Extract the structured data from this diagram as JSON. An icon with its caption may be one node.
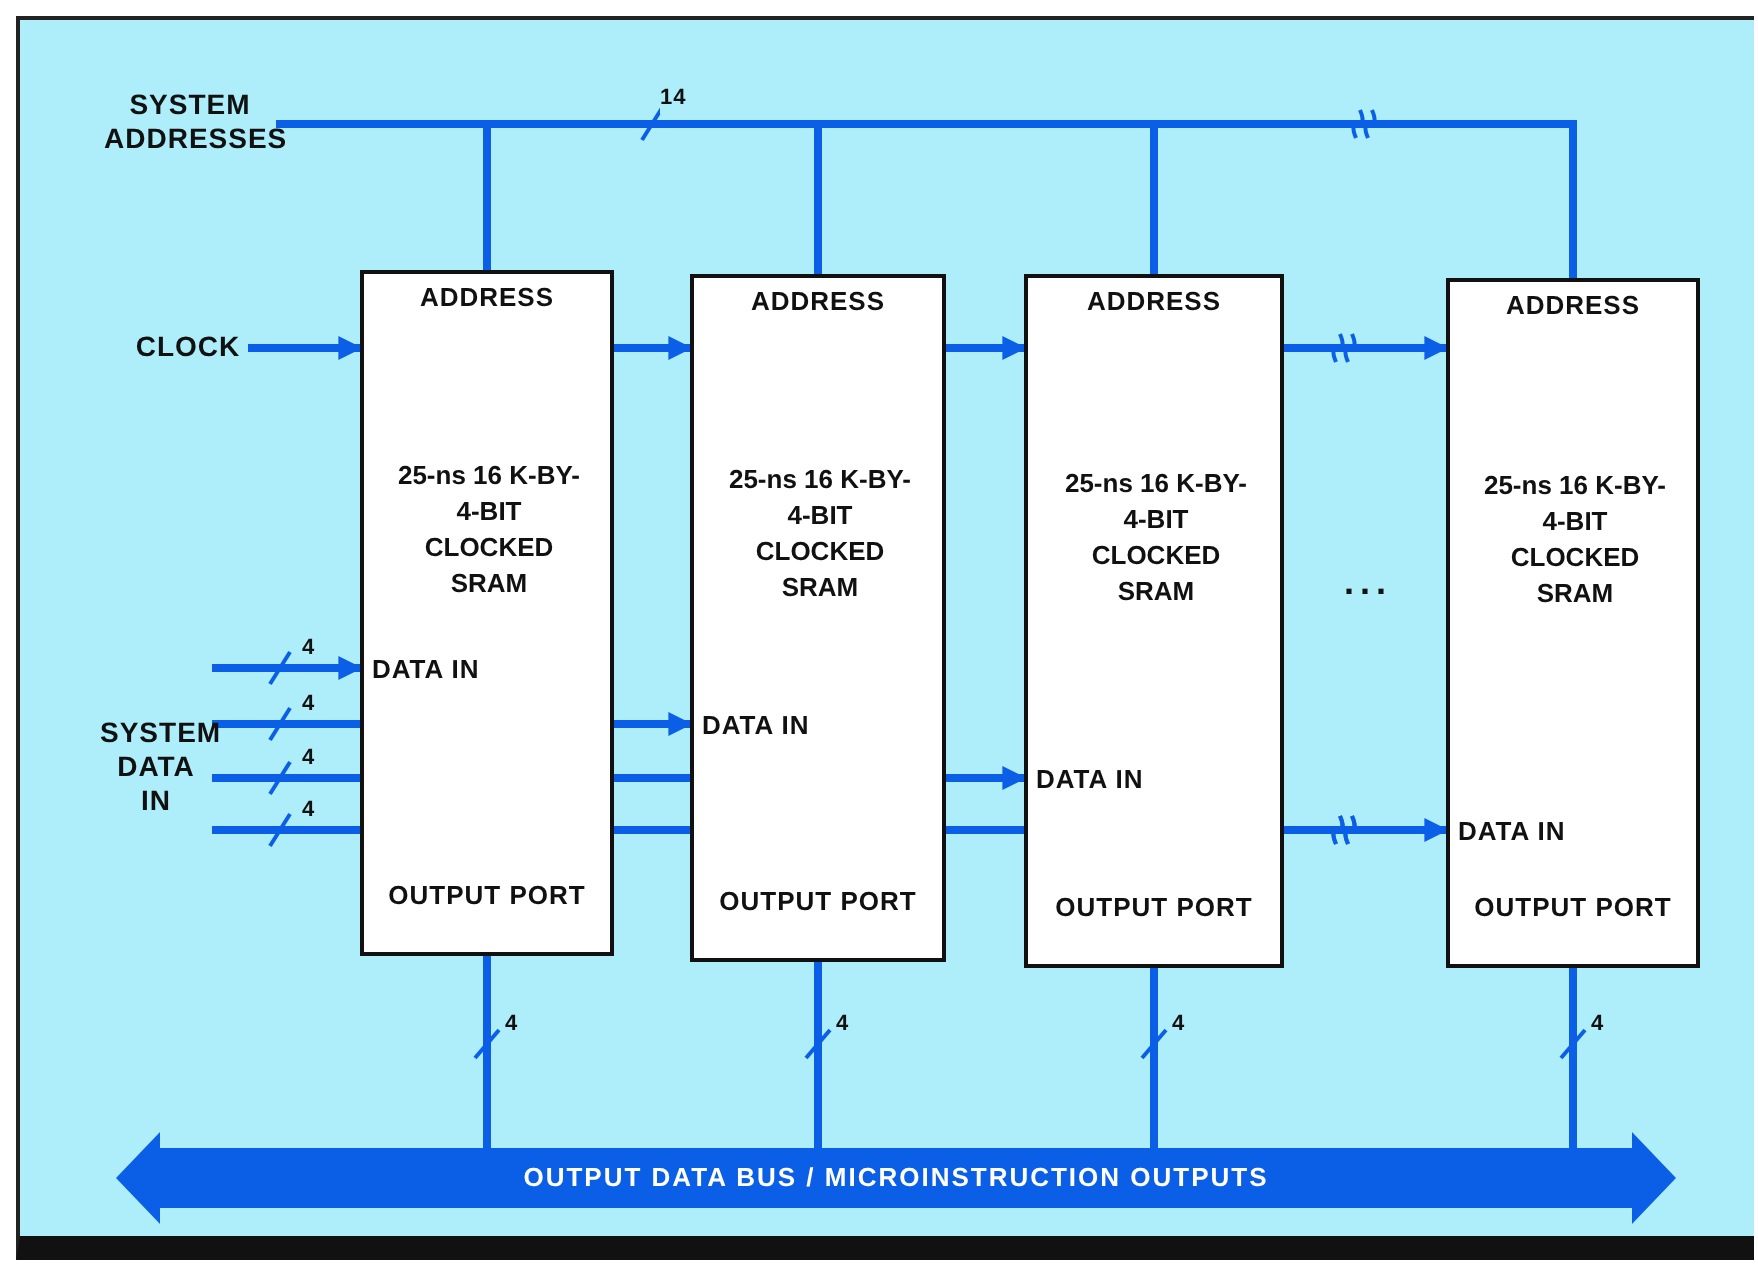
{
  "diagram": {
    "nodes": [
      {
        "text": [
          "SYSTEM ADDRESSES"
        ]
      },
      {
        "text": [
          "CLOCK"
        ]
      },
      {
        "text": [
          "SYSTEM DATA IN"
        ]
      },
      {
        "text": [
          "ADDRESS",
          "25-ns 16 K-BY-4-BIT CLOCKED SRAM",
          "DATA IN",
          "OUTPUT PORT"
        ]
      },
      {
        "text": [
          "ADDRESS",
          "25-ns 16 K-BY-4-BIT CLOCKED SRAM",
          "DATA IN",
          "OUTPUT PORT"
        ]
      },
      {
        "text": [
          "ADDRESS",
          "25-ns 16 K-BY-4-BIT CLOCKED SRAM",
          "DATA IN",
          "OUTPUT PORT"
        ]
      },
      {
        "text": [
          "ADDRESS",
          "25-ns 16 K-BY-4-BIT CLOCKED SRAM",
          "DATA IN",
          "OUTPUT PORT"
        ]
      },
      {
        "text": [
          "OUTPUT DATA BUS / MICROINSTRUCTION OUTPUTS"
        ]
      }
    ],
    "edges": [
      {
        "from": 0,
        "to": 3,
        "arrow": "none"
      },
      {
        "from": 0,
        "to": 4,
        "arrow": "none"
      },
      {
        "from": 0,
        "to": 5,
        "arrow": "none"
      },
      {
        "from": 0,
        "to": 6,
        "arrow": "none"
      },
      {
        "from": 1,
        "to": 3,
        "arrow": "to"
      },
      {
        "from": 3,
        "to": 4,
        "arrow": "to"
      },
      {
        "from": 4,
        "to": 5,
        "arrow": "to"
      },
      {
        "from": 5,
        "to": 6,
        "arrow": "to"
      },
      {
        "from": 2,
        "to": 3,
        "arrow": "to",
        "label": "4"
      },
      {
        "from": 2,
        "to": 3,
        "arrow": "none",
        "label": "4"
      },
      {
        "from": 2,
        "to": 3,
        "arrow": "none",
        "label": "4"
      },
      {
        "from": 2,
        "to": 3,
        "arrow": "none",
        "label": "4"
      },
      {
        "from": 3,
        "to": 4,
        "arrow": "to"
      },
      {
        "from": 3,
        "to": 4,
        "arrow": "none"
      },
      {
        "from": 4,
        "to": 5,
        "arrow": "to"
      },
      {
        "from": 3,
        "to": 4,
        "arrow": "none"
      },
      {
        "from": 4,
        "to": 5,
        "arrow": "none"
      },
      {
        "from": 5,
        "to": 6,
        "arrow": "to"
      },
      {
        "from": 3,
        "to": 7,
        "arrow": "none",
        "label": "4"
      },
      {
        "from": 4,
        "to": 7,
        "arrow": "none",
        "label": "4"
      },
      {
        "from": 5,
        "to": 7,
        "arrow": "none",
        "label": "4"
      },
      {
        "from": 6,
        "to": 7,
        "arrow": "none",
        "label": "4"
      }
    ],
    "labels": [
      "14",
      "..."
    ]
  }
}
